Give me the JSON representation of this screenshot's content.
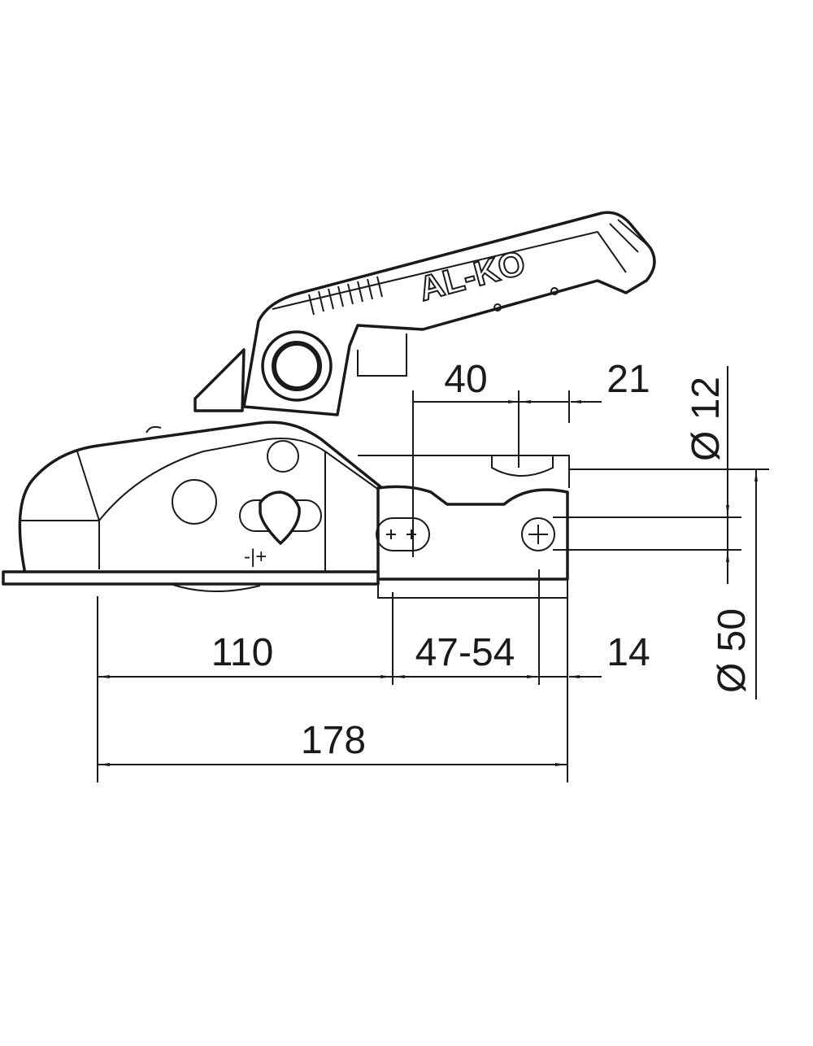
{
  "drawing": {
    "logo": "AL-KO",
    "indicator": "-|+",
    "dimensions": {
      "top_40": "40",
      "top_21": "21",
      "dia_12": "Ø 12",
      "dia_50": "Ø 50",
      "bottom_110": "110",
      "bottom_47_54": "47-54",
      "bottom_14": "14",
      "overall_178": "178"
    }
  }
}
